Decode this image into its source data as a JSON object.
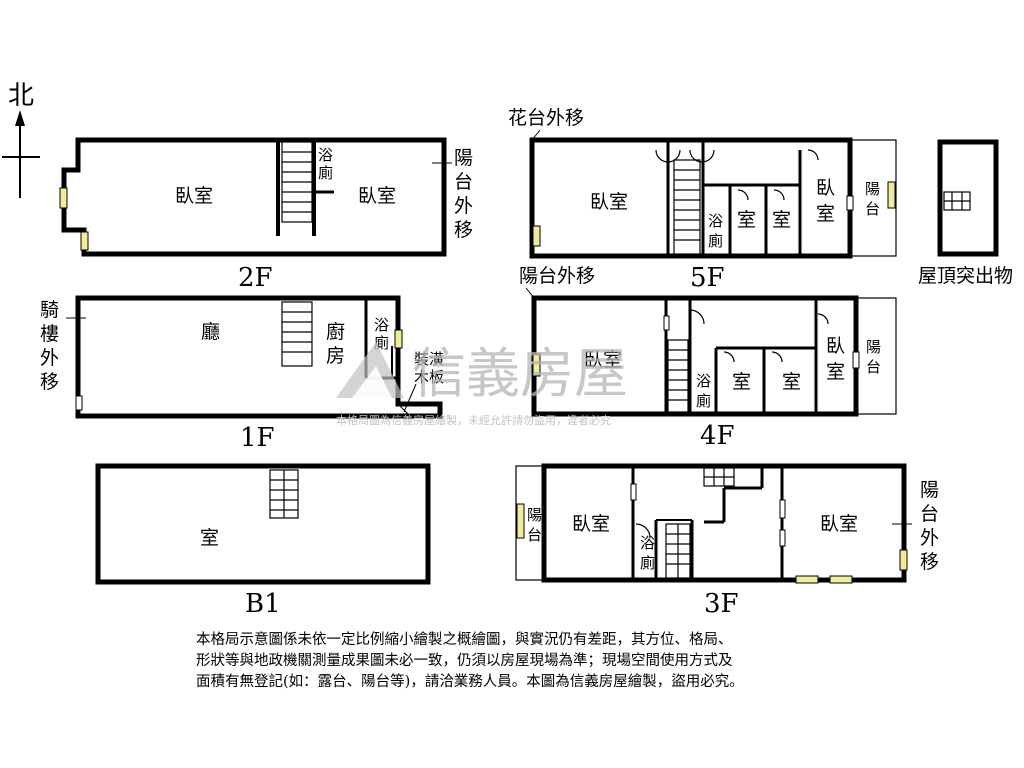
{
  "compass": {
    "label": "北"
  },
  "floors": {
    "2F": {
      "caption": "2F",
      "room_left": "臥室",
      "room_right": "臥室",
      "bath": [
        "浴",
        "廁"
      ],
      "balcony_note": [
        "陽",
        "台",
        "外",
        "移"
      ]
    },
    "1F": {
      "caption": "1F",
      "hall": "廳",
      "kitchen": [
        "廚",
        "房"
      ],
      "bath": [
        "浴",
        "廁"
      ],
      "arcade_note": [
        "騎",
        "樓",
        "外",
        "移"
      ],
      "board_note": [
        "裝潢",
        "木板"
      ]
    },
    "B1": {
      "caption": "B1",
      "room": "室"
    },
    "5F": {
      "caption": "5F",
      "flower_note": "花台外移",
      "bedroom_a": "臥室",
      "bath": [
        "浴",
        "廁"
      ],
      "room_b": "室",
      "room_c": "室",
      "bedroom_d": [
        "臥",
        "室"
      ],
      "balcony": [
        "陽",
        "台"
      ]
    },
    "roof": {
      "caption": "屋頂突出物"
    },
    "4F": {
      "caption": "4F",
      "balcony_note": "陽台外移",
      "bedroom_a": "臥室",
      "bath": [
        "浴",
        "廁"
      ],
      "room_b": "室",
      "room_c": "室",
      "bedroom_d": [
        "臥",
        "室"
      ],
      "balcony": [
        "陽",
        "台"
      ]
    },
    "3F": {
      "caption": "3F",
      "balcony": [
        "陽",
        "台"
      ],
      "bedroom_left": "臥室",
      "bath": [
        "浴",
        "廁"
      ],
      "bedroom_right": "臥室",
      "balcony_note": [
        "陽",
        "台",
        "外",
        "移"
      ]
    }
  },
  "watermark": {
    "brand": "信義房屋",
    "sub": "本格局圖為信義房屋繪製，未經允許請勿盜用，違者必究"
  },
  "disclaimer": [
    "本格局示意圖係未依一定比例縮小繪製之概繪圖，與實況仍有差距，其方位、格局、",
    "形狀等與地政機關測量成果圖未必一致，仍須以房屋現場為準；現場空間使用方式及",
    "面積有無登記(如：露台、陽台等)，請洽業務人員。本圖為信義房屋繪製，盜用必究。"
  ]
}
